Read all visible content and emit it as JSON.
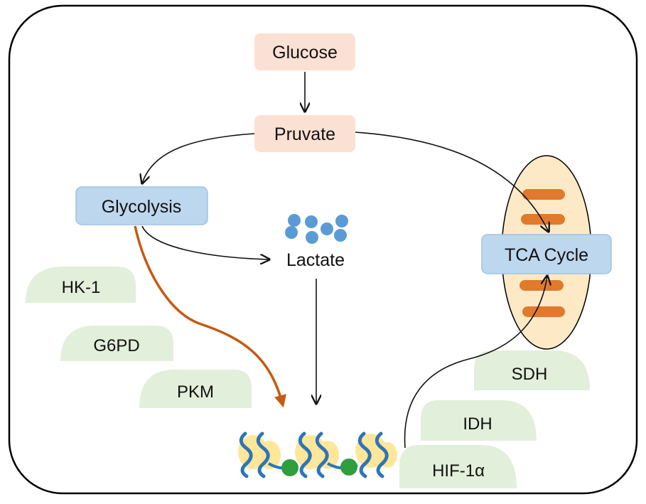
{
  "diagram": {
    "nodes": {
      "glucose": "Glucose",
      "pyruvate": "Pruvate",
      "glycolysis": "Glycolysis",
      "lactate": "Lactate",
      "tca_cycle": "TCA Cycle"
    },
    "enzymes_glycolysis": [
      "HK-1",
      "G6PD",
      "PKM"
    ],
    "enzymes_tca": [
      "SDH",
      "IDH",
      "HIF-1α"
    ]
  },
  "colors": {
    "pink_box": "#fbe1d4",
    "blue_box": "#bdd7ee",
    "blue_border": "#9dc3e6",
    "leaf": "#e2efda",
    "mitochondrion": "#fde9c5",
    "cristae": "#e07a2c",
    "lactate_dot": "#5b9bd5",
    "orange_arrow": "#c55a11",
    "dna_blue": "#2e75b6",
    "dna_yellow": "#ffe699",
    "nucleosome": "#2e9e3e"
  }
}
